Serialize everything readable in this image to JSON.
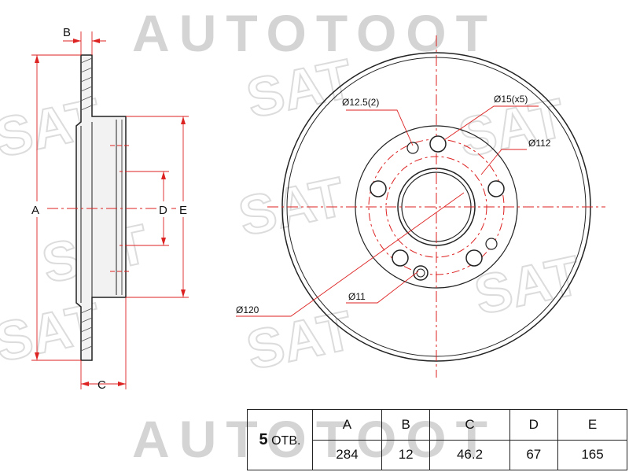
{
  "watermark": {
    "brand": "AUTOTOOT",
    "logo": "SAT"
  },
  "side_view_labels": {
    "a": "A",
    "b": "B",
    "c": "C",
    "d": "D",
    "e": "E"
  },
  "face_view_labels": {
    "hole_small": "Ø12.5(2)",
    "hole_bolt": "Ø15(x5)",
    "pcd": "Ø112",
    "center_bore_ring": "Ø120",
    "pin_hole": "Ø11"
  },
  "spec_table": {
    "holes_number": "5",
    "holes_unit": "ОТВ.",
    "headers": [
      "A",
      "B",
      "C",
      "D",
      "E"
    ],
    "values": [
      "284",
      "12",
      "46.2",
      "67",
      "165"
    ]
  }
}
